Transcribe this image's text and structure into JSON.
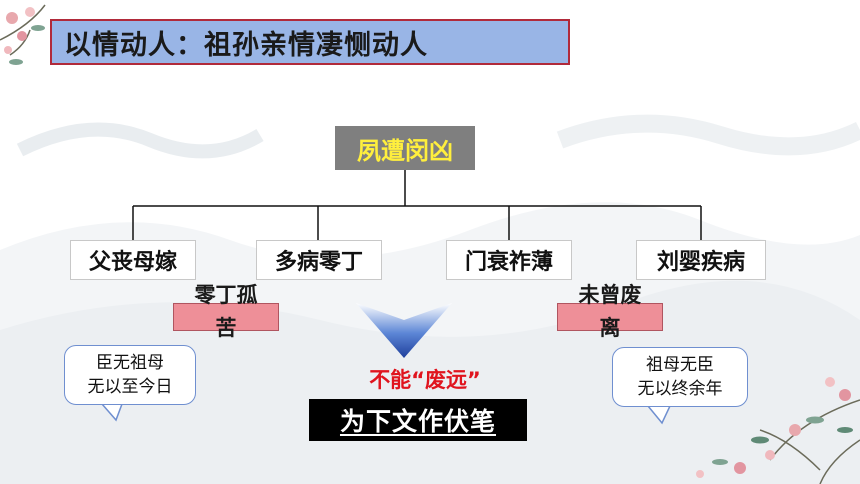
{
  "header": {
    "title": "以情动人：祖孙亲情凄恻动人"
  },
  "diagram": {
    "root": "夙遭闵凶",
    "children": [
      "父丧母嫁",
      "多病零丁",
      "门衰祚薄",
      "刘婴疾病"
    ],
    "pink_left": [
      "零丁孤",
      "苦"
    ],
    "pink_right": [
      "未曾废",
      "离"
    ],
    "bubble_left": [
      "臣无祖母",
      "无以至今日"
    ],
    "bubble_right": [
      "祖母无臣",
      "无以终余年"
    ],
    "conclusion_red": "不能“废远”",
    "conclusion_box": "为下文作伏笔"
  },
  "colors": {
    "title_bg": "#99b5e6",
    "title_border": "#b12a3a",
    "root_bg": "#7f7f7f",
    "root_text": "#ffef3d",
    "pink": "#ee8f98",
    "red_text": "#e0141e",
    "arrow": "#2f56b8"
  }
}
